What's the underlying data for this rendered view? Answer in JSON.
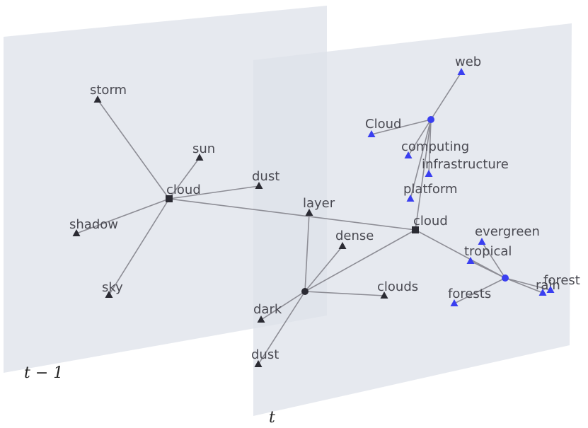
{
  "planes": {
    "previous": {
      "label": "t − 1",
      "color": "#dde1ea"
    },
    "current": {
      "label": "t",
      "color": "#dde1ea"
    }
  },
  "colors": {
    "edge": "#8d8d95",
    "black_node": "#2b2b33",
    "blue_node": "#3a3ff0"
  },
  "nodes": {
    "cloud_prev": {
      "label": "cloud",
      "shape": "square",
      "color": "black"
    },
    "storm": {
      "label": "storm",
      "shape": "triangle",
      "color": "black"
    },
    "sun": {
      "label": "sun",
      "shape": "triangle",
      "color": "black"
    },
    "dust_prev": {
      "label": "dust",
      "shape": "triangle",
      "color": "black"
    },
    "shadow": {
      "label": "shadow",
      "shape": "triangle",
      "color": "black"
    },
    "sky": {
      "label": "sky",
      "shape": "triangle",
      "color": "black"
    },
    "cloud_t": {
      "label": "cloud",
      "shape": "square",
      "color": "black"
    },
    "layer": {
      "label": "layer",
      "shape": "triangle",
      "color": "black"
    },
    "dense": {
      "label": "dense",
      "shape": "triangle",
      "color": "black"
    },
    "dark_hub": {
      "label": "",
      "shape": "circle",
      "color": "black"
    },
    "dark": {
      "label": "dark",
      "shape": "triangle",
      "color": "black"
    },
    "clouds": {
      "label": "clouds",
      "shape": "triangle",
      "color": "black"
    },
    "dust_t": {
      "label": "dust",
      "shape": "triangle",
      "color": "black"
    },
    "computing_hub": {
      "label": "",
      "shape": "circle",
      "color": "blue"
    },
    "web": {
      "label": "web",
      "shape": "triangle",
      "color": "blue"
    },
    "Cloud": {
      "label": "Cloud",
      "shape": "triangle",
      "color": "blue"
    },
    "computing": {
      "label": "computing",
      "shape": "triangle",
      "color": "blue"
    },
    "infrastructure": {
      "label": "infrastructure",
      "shape": "triangle",
      "color": "blue"
    },
    "platform": {
      "label": "platform",
      "shape": "triangle",
      "color": "blue"
    },
    "forest_hub": {
      "label": "",
      "shape": "circle",
      "color": "blue"
    },
    "evergreen": {
      "label": "evergreen",
      "shape": "triangle",
      "color": "blue"
    },
    "tropical": {
      "label": "tropical",
      "shape": "triangle",
      "color": "blue"
    },
    "forests": {
      "label": "forests",
      "shape": "triangle",
      "color": "blue"
    },
    "rain": {
      "label": "rain",
      "shape": "triangle",
      "color": "blue"
    },
    "forest": {
      "label": "forest",
      "shape": "triangle",
      "color": "blue"
    }
  },
  "edges": [
    [
      "cloud_prev",
      "storm"
    ],
    [
      "cloud_prev",
      "sun"
    ],
    [
      "cloud_prev",
      "dust_prev"
    ],
    [
      "cloud_prev",
      "shadow"
    ],
    [
      "cloud_prev",
      "sky"
    ],
    [
      "cloud_prev",
      "cloud_t"
    ],
    [
      "layer",
      "dark_hub"
    ],
    [
      "dark_hub",
      "dense"
    ],
    [
      "dark_hub",
      "dark"
    ],
    [
      "dark_hub",
      "clouds"
    ],
    [
      "dark_hub",
      "dust_t"
    ],
    [
      "dark_hub",
      "cloud_t"
    ],
    [
      "cloud_t",
      "forest_hub"
    ],
    [
      "cloud_t",
      "computing_hub"
    ],
    [
      "computing_hub",
      "web"
    ],
    [
      "computing_hub",
      "Cloud"
    ],
    [
      "computing_hub",
      "computing"
    ],
    [
      "computing_hub",
      "infrastructure"
    ],
    [
      "computing_hub",
      "platform"
    ],
    [
      "forest_hub",
      "evergreen"
    ],
    [
      "forest_hub",
      "tropical"
    ],
    [
      "forest_hub",
      "forests"
    ],
    [
      "forest_hub",
      "rain"
    ],
    [
      "forest_hub",
      "forest"
    ]
  ]
}
